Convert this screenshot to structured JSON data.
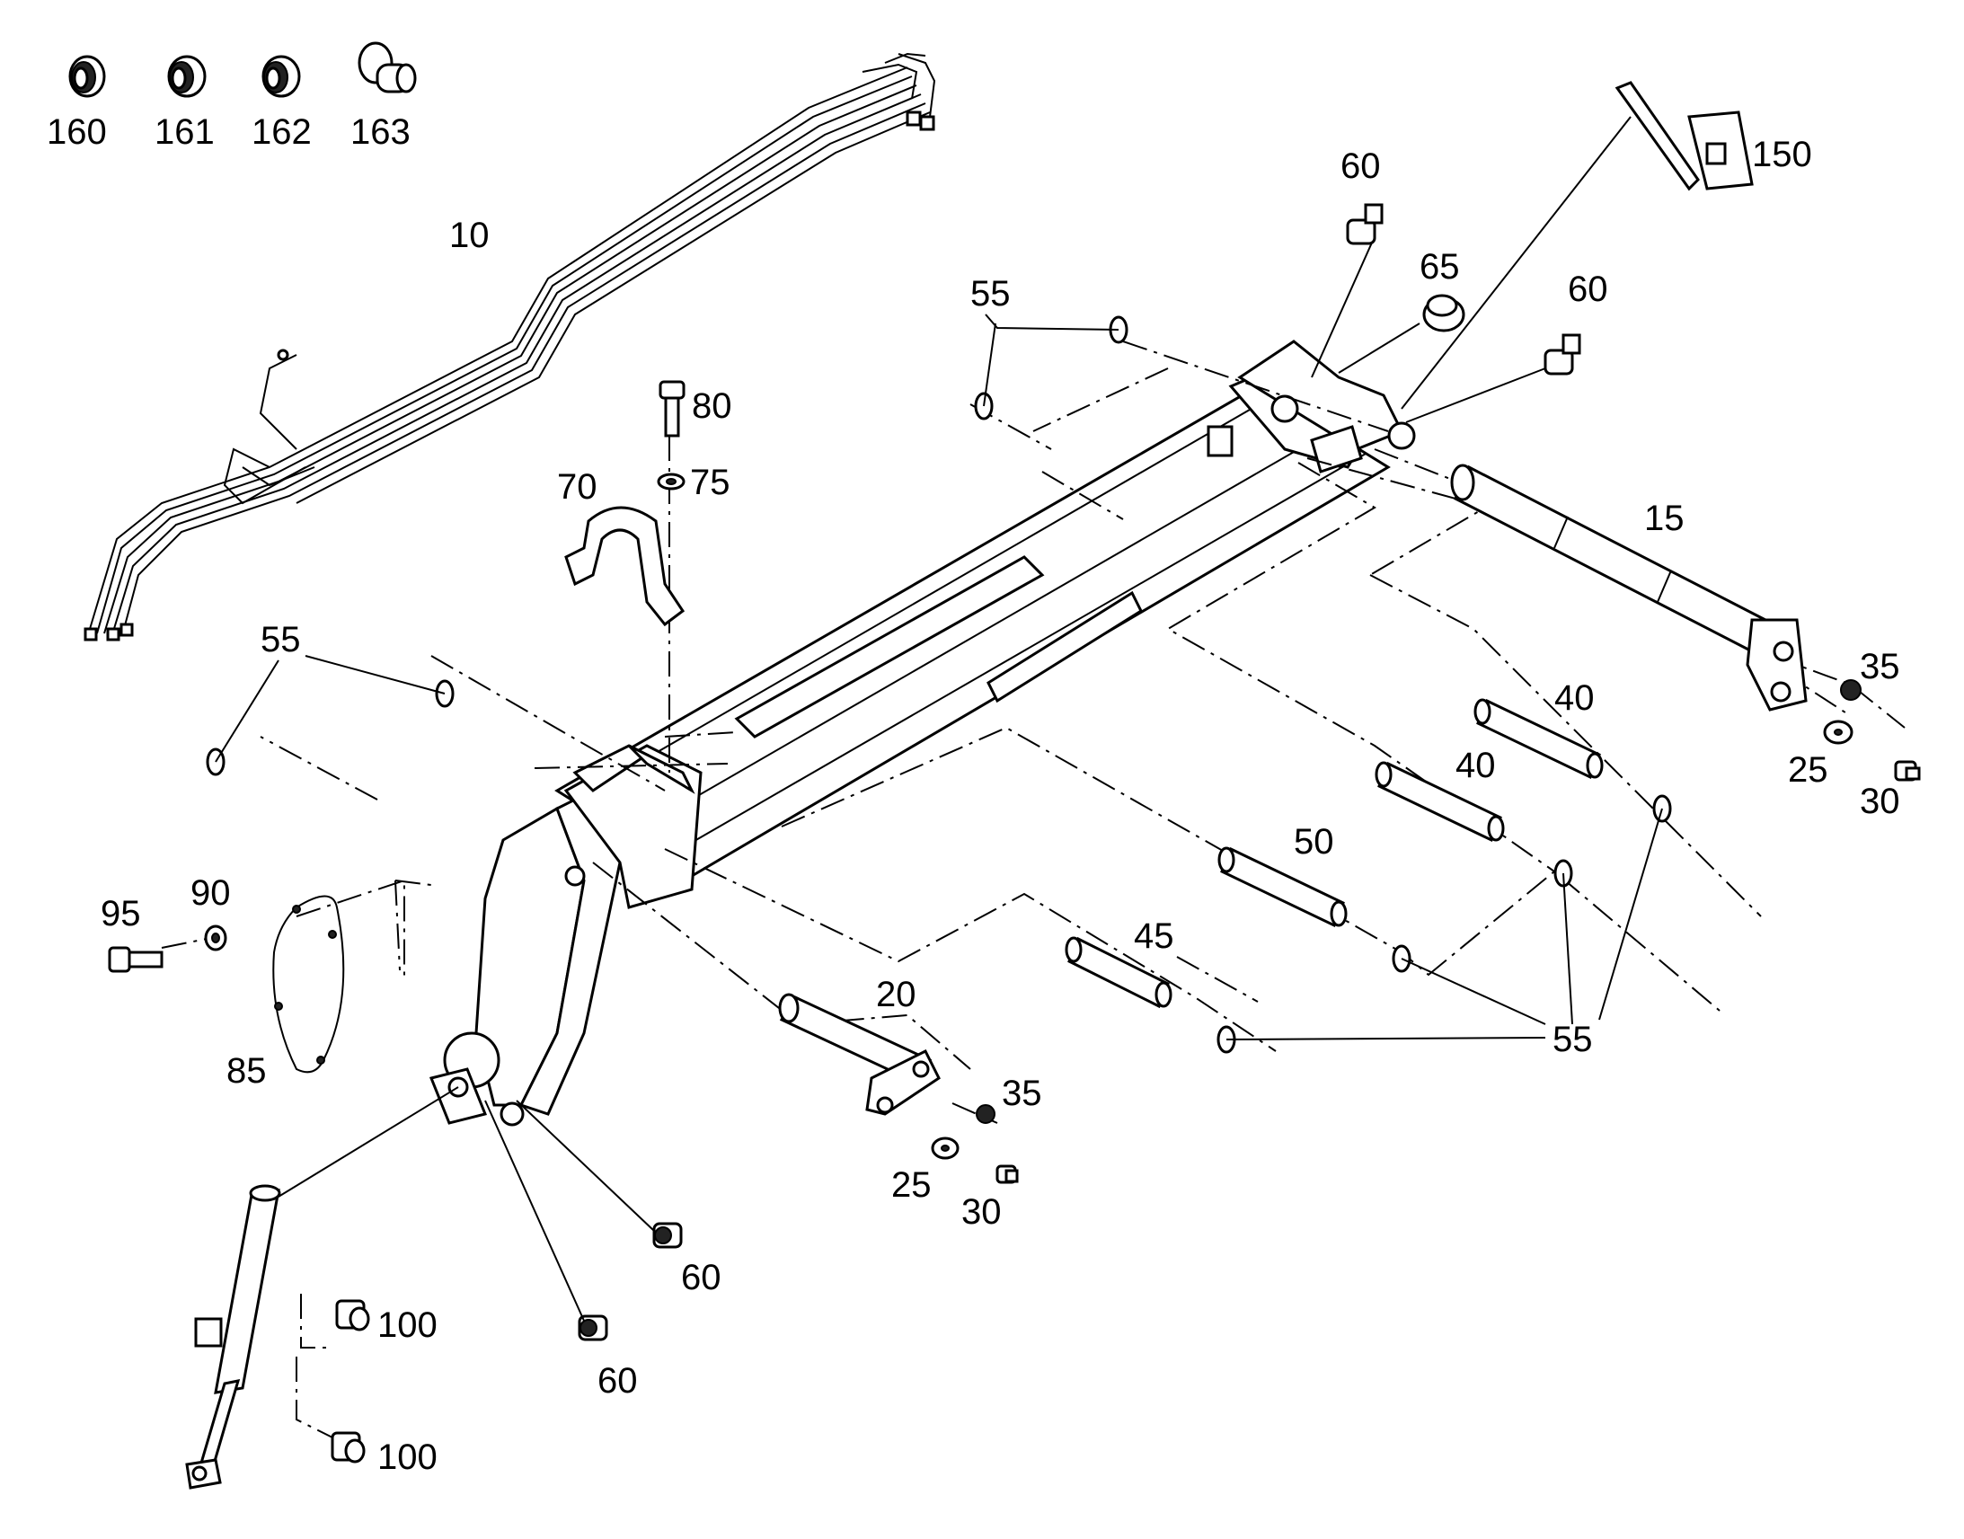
{
  "callouts": {
    "c160": "160",
    "c161": "161",
    "c162": "162",
    "c163": "163",
    "c10": "10",
    "c150": "150",
    "c60a": "60",
    "c65": "65",
    "c60b": "60",
    "c55a": "55",
    "c80": "80",
    "c75": "75",
    "c70": "70",
    "c15": "15",
    "c35a": "35",
    "c25a": "25",
    "c30a": "30",
    "c55b": "55",
    "c40a": "40",
    "c40b": "40",
    "c50": "50",
    "c45": "45",
    "c95": "95",
    "c90": "90",
    "c85": "85",
    "c20": "20",
    "c35b": "35",
    "c25b": "25",
    "c30b": "30",
    "c55c": "55",
    "c60c": "60",
    "c60d": "60",
    "c100a": "100",
    "c100b": "100"
  }
}
